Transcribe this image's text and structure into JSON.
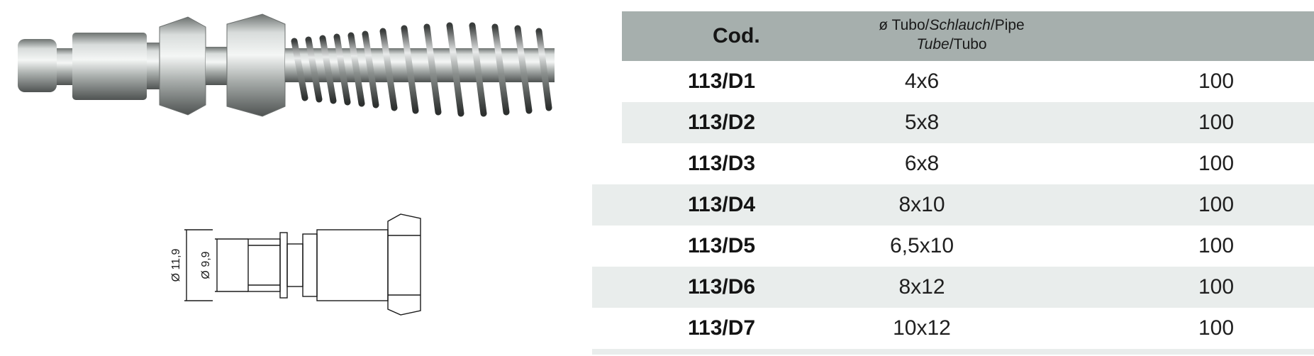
{
  "table": {
    "header": {
      "code": "Cod.",
      "tube_line1_a": "ø Tubo/",
      "tube_line1_b": "Schlauch",
      "tube_line1_c": "/Pipe",
      "tube_line2_a": "Tube",
      "tube_line2_b": "/Tubo"
    },
    "rows": [
      {
        "code": "113/D1",
        "size": "4x6",
        "qty": "100"
      },
      {
        "code": "113/D2",
        "size": "5x8",
        "qty": "100"
      },
      {
        "code": "113/D3",
        "size": "6x8",
        "qty": "100"
      },
      {
        "code": "113/D4",
        "size": "8x10",
        "qty": "100"
      },
      {
        "code": "113/D5",
        "size": "6,5x10",
        "qty": "100"
      },
      {
        "code": "113/D6",
        "size": "8x12",
        "qty": "100"
      },
      {
        "code": "113/D7",
        "size": "10x12",
        "qty": "100"
      }
    ]
  },
  "drawing": {
    "dim_outer": "Ø 11,9",
    "dim_inner": "Ø 9,9"
  },
  "colors": {
    "header_bg": "#a6afad",
    "row_shade": "#e9edec"
  }
}
